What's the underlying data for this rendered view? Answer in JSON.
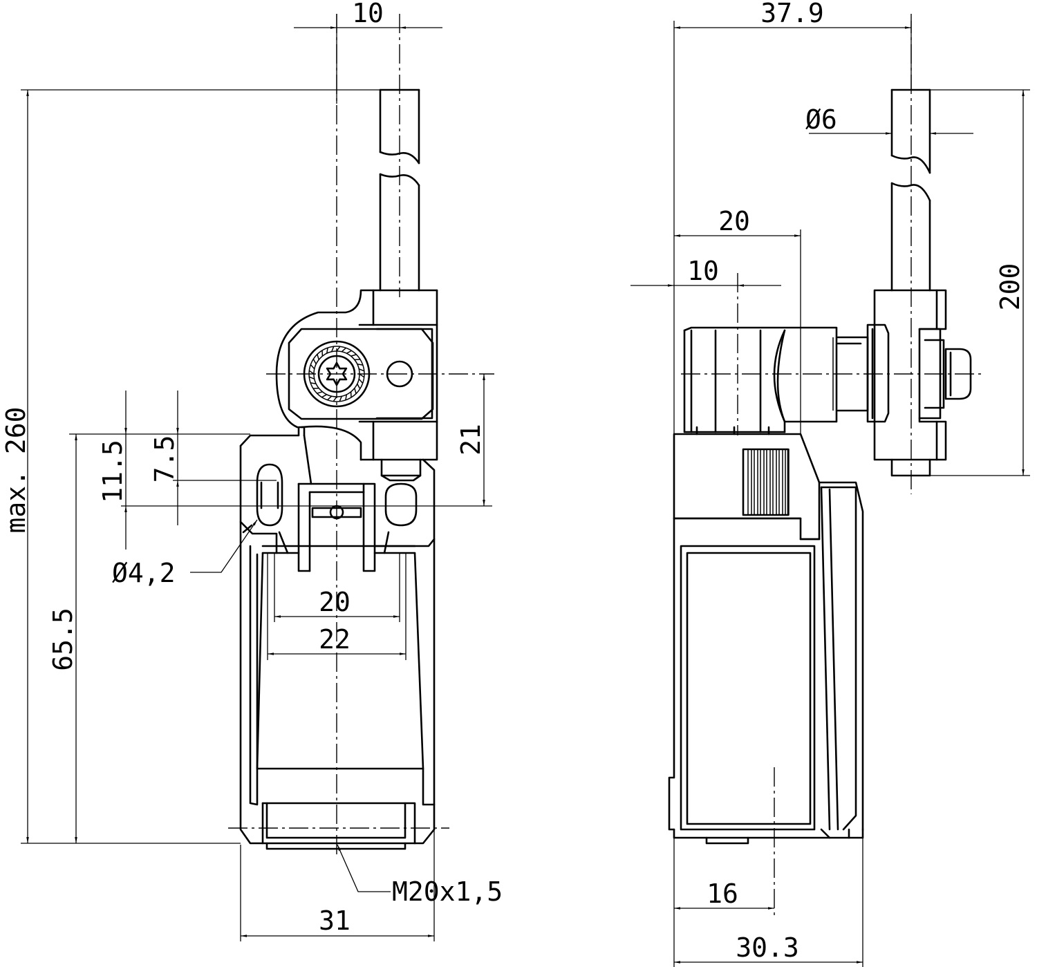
{
  "left_view": {
    "dims": {
      "d10": "10",
      "max260": "max. 260",
      "d11_5": "11.5",
      "d7_5": "7.5",
      "d21": "21",
      "d65_5": "65.5",
      "dia4_2": "Ø4,2",
      "d20": "20",
      "d22": "22",
      "thread": "M20x1,5",
      "d31": "31"
    }
  },
  "right_view": {
    "dims": {
      "d37_9": "37.9",
      "dia6": "Ø6",
      "d200": "200",
      "d20": "20",
      "d10": "10",
      "d16": "16",
      "d30_3": "30.3"
    }
  }
}
